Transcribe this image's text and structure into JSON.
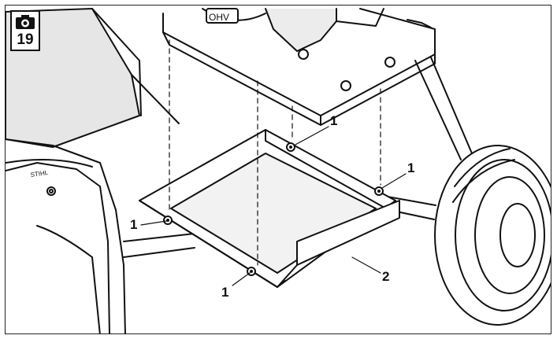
{
  "figure": {
    "number": "19",
    "camera_icon": "camera-icon",
    "engine_text": "OHV",
    "brand_text": "STIHL"
  },
  "callouts": [
    {
      "id": "fastener-top",
      "label": "1"
    },
    {
      "id": "fastener-right",
      "label": "1"
    },
    {
      "id": "fastener-left",
      "label": "1"
    },
    {
      "id": "fastener-bottom",
      "label": "1"
    },
    {
      "id": "tray",
      "label": "2"
    }
  ],
  "colors": {
    "line": "#111111",
    "paper": "#ffffff",
    "shade": "#d9d9d9"
  }
}
